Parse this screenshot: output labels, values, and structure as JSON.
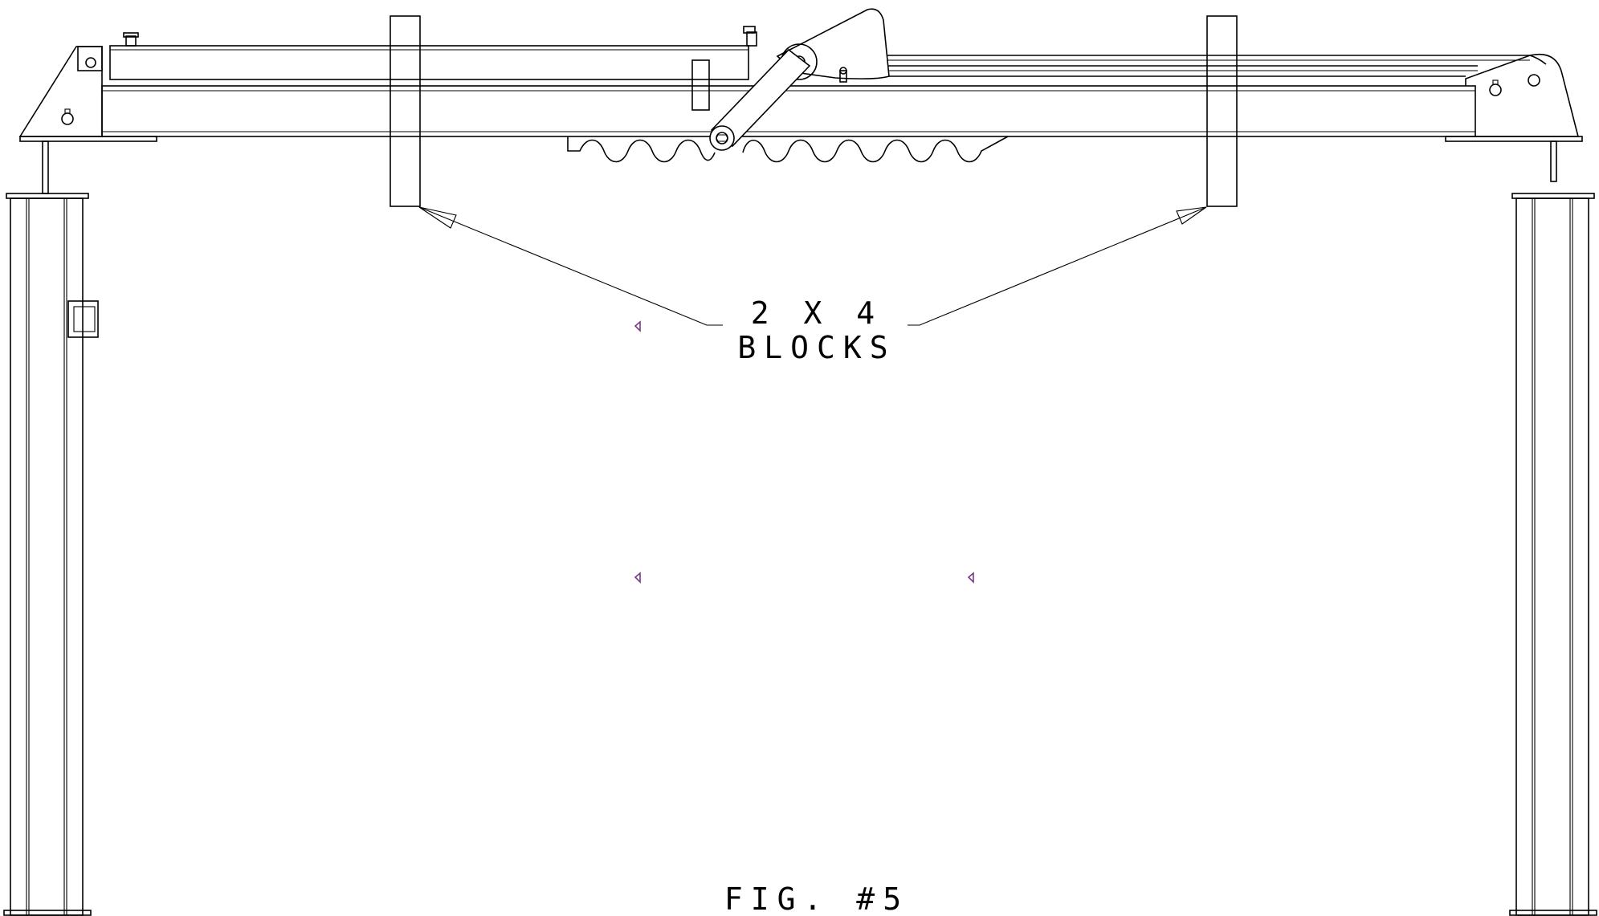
{
  "callout": {
    "line1": "2 X 4",
    "line2": "BLOCKS"
  },
  "figure_caption": "FIG. #5",
  "colors": {
    "line": "#000000",
    "marker": "#7a3a8a",
    "background": "#ffffff"
  }
}
